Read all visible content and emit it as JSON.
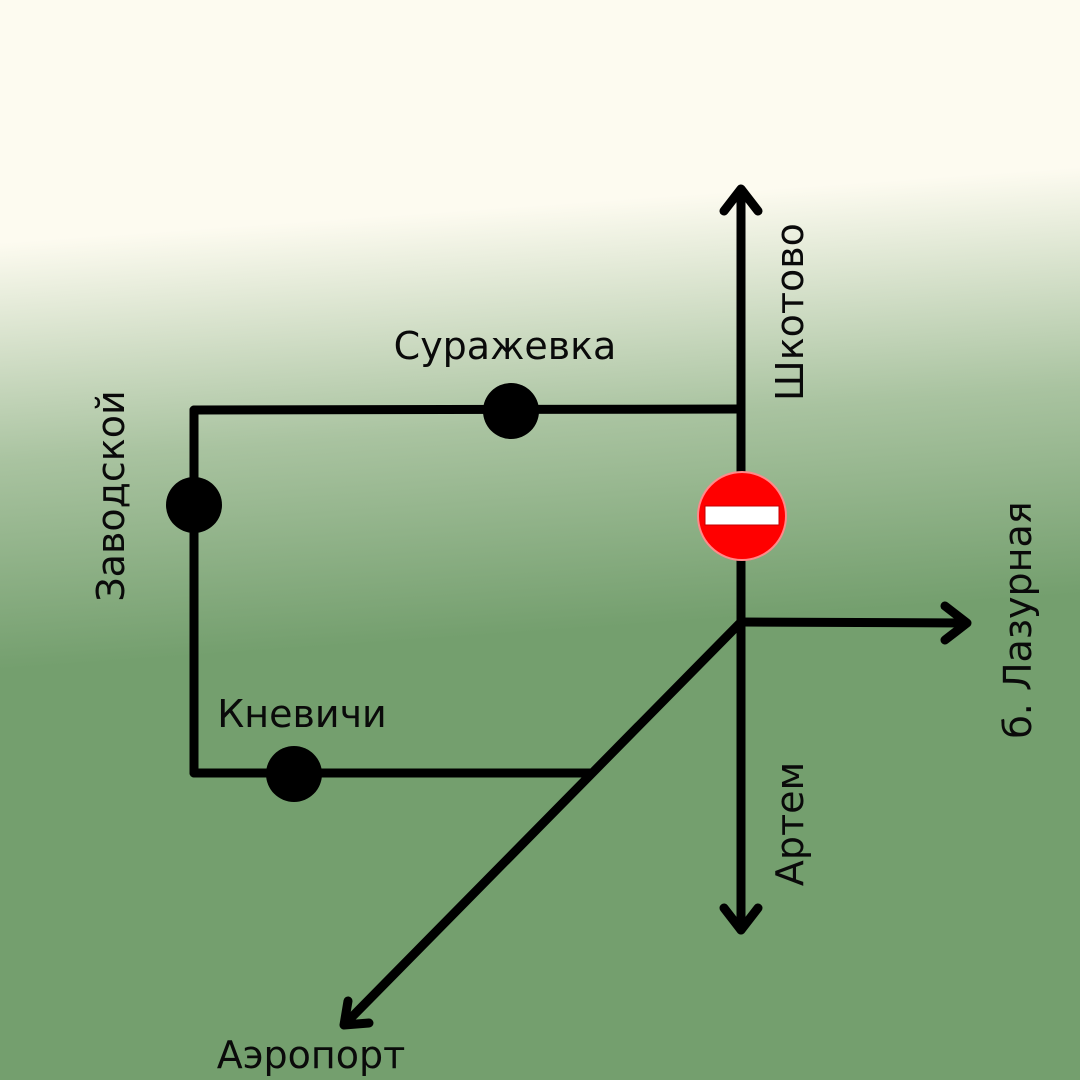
{
  "colors": {
    "bg_top": "#fdfbf0",
    "bg_mid": "#a9c3a0",
    "bg_bottom": "#749f6e",
    "line": "#000000",
    "stop_fill": "#000000",
    "no_entry_red": "#ff0000",
    "no_entry_bar": "#ffffff"
  },
  "stations": {
    "surazhevka": "Суражевка",
    "zavodskoy": "Заводской",
    "knevichi": "Кневичи"
  },
  "directions": {
    "shkotovo": "Шкотово",
    "lazurnaya": "б. Лазурная",
    "artem": "Артем",
    "airport": "Аэропорт"
  },
  "icons": {
    "no_entry": "no-entry-sign-icon",
    "stop": "stop-dot-icon",
    "arrow": "arrow-head-icon"
  }
}
